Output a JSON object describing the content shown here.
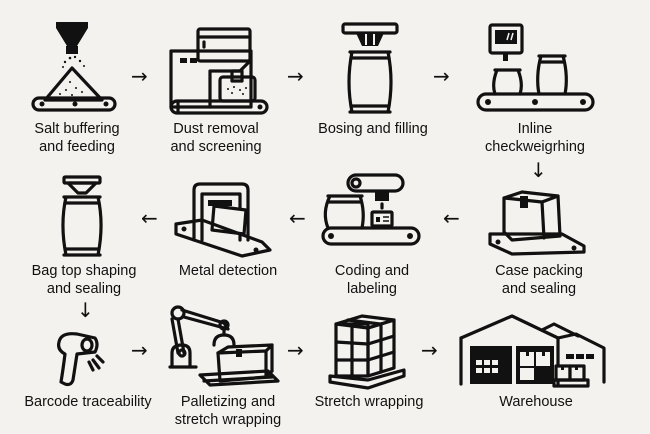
{
  "diagram": {
    "title": "",
    "steps": [
      {
        "id": 1,
        "label_line1": "Salt buffering",
        "label_line2": "and feeding",
        "icon": "hopper-conveyor-icon"
      },
      {
        "id": 2,
        "label_line1": "Dust removal",
        "label_line2": "and screening",
        "icon": "screening-machine-icon"
      },
      {
        "id": 3,
        "label_line1": "Bosing and filling",
        "label_line2": "",
        "icon": "bag-filling-icon"
      },
      {
        "id": 4,
        "label_line1": "Inline",
        "label_line2": "checkweigrhing",
        "icon": "checkweigher-icon"
      },
      {
        "id": 5,
        "label_line1": "Case packing",
        "label_line2": "and sealing",
        "icon": "case-packing-icon"
      },
      {
        "id": 6,
        "label_line1": "Coding and",
        "label_line2": "labeling",
        "icon": "coding-labeling-icon"
      },
      {
        "id": 7,
        "label_line1": "Metal detection",
        "label_line2": "",
        "icon": "metal-detector-icon"
      },
      {
        "id": 8,
        "label_line1": "Bag top shaping",
        "label_line2": "and sealing",
        "icon": "bag-sealing-icon"
      },
      {
        "id": 9,
        "label_line1": "Barcode traceability",
        "label_line2": "",
        "icon": "barcode-scanner-icon"
      },
      {
        "id": 10,
        "label_line1": "Palletizing and",
        "label_line2": "stretch wrapping",
        "icon": "robot-arm-palletizer-icon"
      },
      {
        "id": 11,
        "label_line1": "Stretch wrapping",
        "label_line2": "",
        "icon": "wrapped-pallet-icon"
      },
      {
        "id": 12,
        "label_line1": "Warehouse",
        "label_line2": "",
        "icon": "warehouse-icon"
      }
    ],
    "arrows": {
      "right": "→",
      "left": "←",
      "down": "↓"
    },
    "colors": {
      "background": "#f4f2ee",
      "ink": "#111111"
    }
  }
}
